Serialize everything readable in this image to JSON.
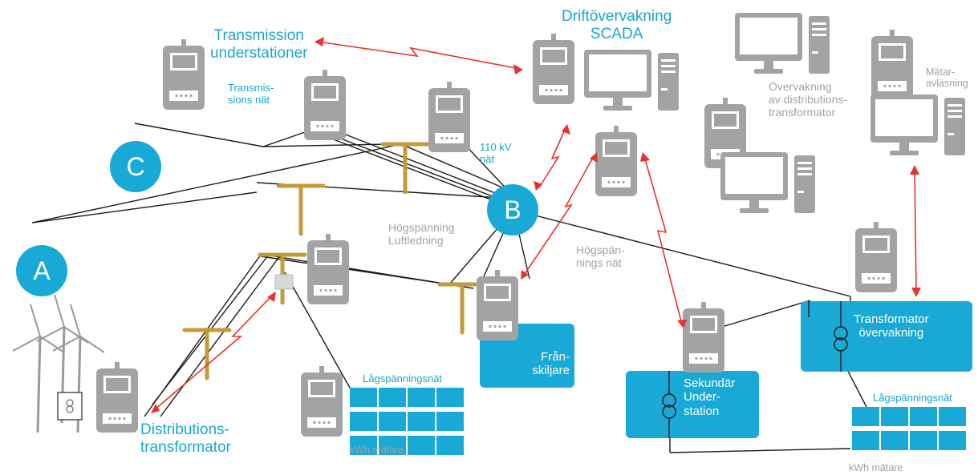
{
  "colors": {
    "cyan": "#18a9d6",
    "gray": "#a3a3a3",
    "red": "#e8322e",
    "gold": "#c49a3a",
    "line": "#1a1a1a"
  },
  "nodes": {
    "a": "A",
    "b": "B",
    "c": "C"
  },
  "labels": {
    "transmission_substations": "Transmission\nunderstationer",
    "transmission_net": "Transmis-\nsions nät",
    "scada": "Driftövervakning\nSCADA",
    "kv110": "110 kV\nnät",
    "hv_overhead": "Högspänning\nLuftledning",
    "hv_net": "Högspän-\nnings nät",
    "dist_monitoring": "Övervakning\nav distributions-\ntransformator",
    "meter_reading": "Mätar-\navläsning",
    "disconnector": "Från-\nskiljare",
    "secondary_substation": "Sekundär\nUnder-\nstation",
    "transformer_monitoring": "Transformator\növervakning",
    "lv_net_1": "Lågspänningsnät",
    "lv_net_2": "Lågspänningsnät",
    "kwh_meter_1": "kWh mätare",
    "kwh_meter_2": "kWh mätare",
    "dist_transformer": "Distributions-\ntransformator"
  },
  "icons": [
    "meter-icon",
    "computer-icon",
    "tower-icon",
    "wind-turbine-icon",
    "solar-panel-icon",
    "transformer-icon",
    "wireless-link-icon"
  ]
}
